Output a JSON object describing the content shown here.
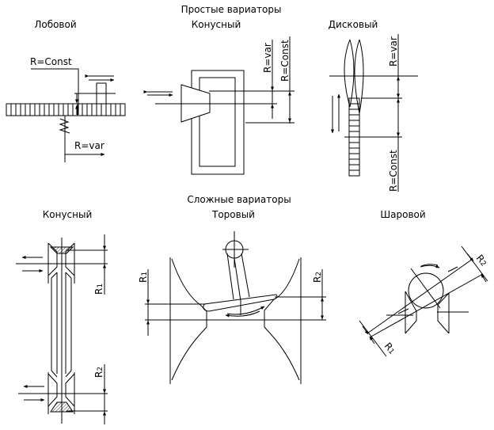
{
  "titles": {
    "simple": "Простые вариаторы",
    "complex": "Сложные вариаторы"
  },
  "simple": {
    "frontal": {
      "title": "Лобовой",
      "label_const": "R=Const",
      "label_var": "R=var"
    },
    "conical": {
      "title": "Конусный",
      "label_var": "R=var",
      "label_const": "R=Const"
    },
    "disk": {
      "title": "Дисковый",
      "label_var": "R=var",
      "label_const": "R=Const"
    }
  },
  "complex": {
    "conical": {
      "title": "Конусный",
      "label_r1": "R",
      "sub_r1": "1",
      "label_r2": "R",
      "sub_r2": "2"
    },
    "toroidal": {
      "title": "Торовый",
      "label_r1": "R",
      "sub_r1": "1",
      "label_r2": "R",
      "sub_r2": "2"
    },
    "ball": {
      "title": "Шаровой",
      "label_r1": "R",
      "sub_r1": "1",
      "label_r2": "R",
      "sub_r2": "2"
    }
  }
}
